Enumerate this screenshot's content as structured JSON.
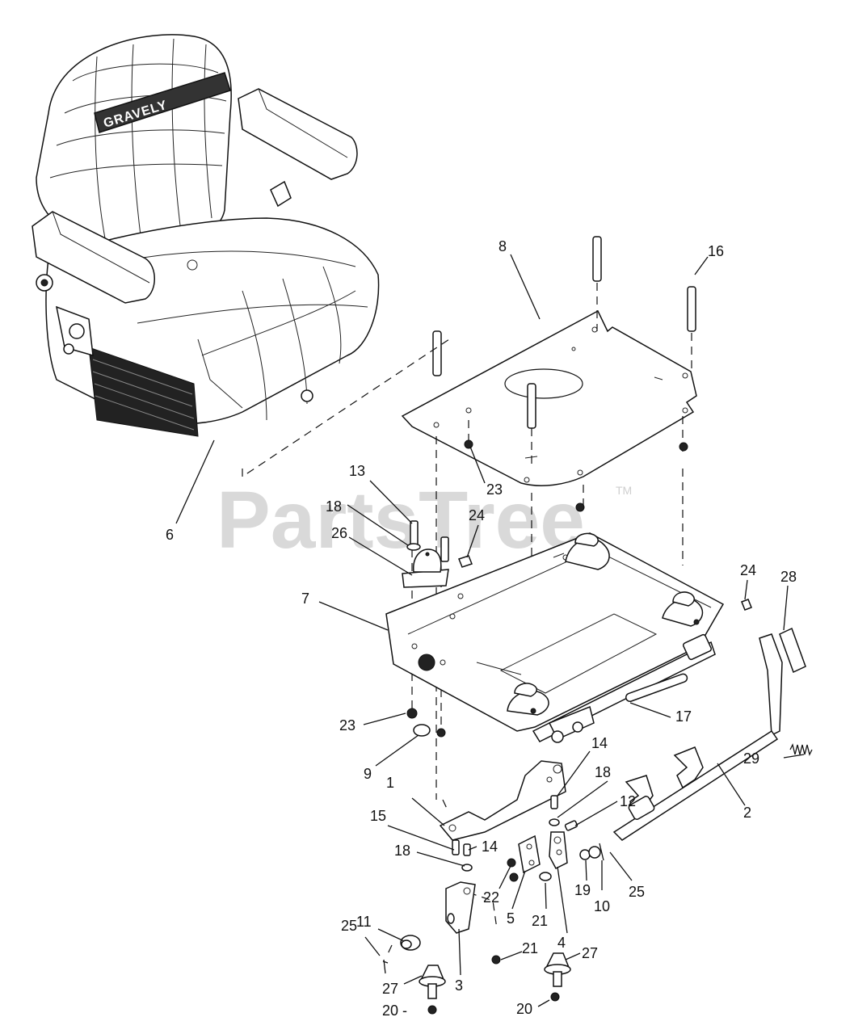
{
  "watermark": {
    "text": "PartsTree",
    "trademark": "TM"
  },
  "seat_brand": "GRAVELY",
  "callouts": {
    "c1": "1",
    "c2": "2",
    "c3": "3",
    "c4": "4",
    "c5": "5",
    "c6": "6",
    "c7": "7",
    "c8": "8",
    "c9": "9",
    "c10": "10",
    "c11": "11",
    "c12": "12",
    "c13": "13",
    "c14a": "14",
    "c14b": "14",
    "c15": "15",
    "c16": "16",
    "c17": "17",
    "c18a": "18",
    "c18b": "18",
    "c18c": "18",
    "c19": "19",
    "c20a": "20 -",
    "c20b": "20",
    "c21a": "21",
    "c21b": "21",
    "c22": "22",
    "c23a": "23",
    "c23b": "23",
    "c24a": "24",
    "c24b": "24",
    "c25a": "25",
    "c25b": "25",
    "c26": "26",
    "c27a": "27",
    "c27b": "27",
    "c28": "28",
    "c29": "29"
  }
}
